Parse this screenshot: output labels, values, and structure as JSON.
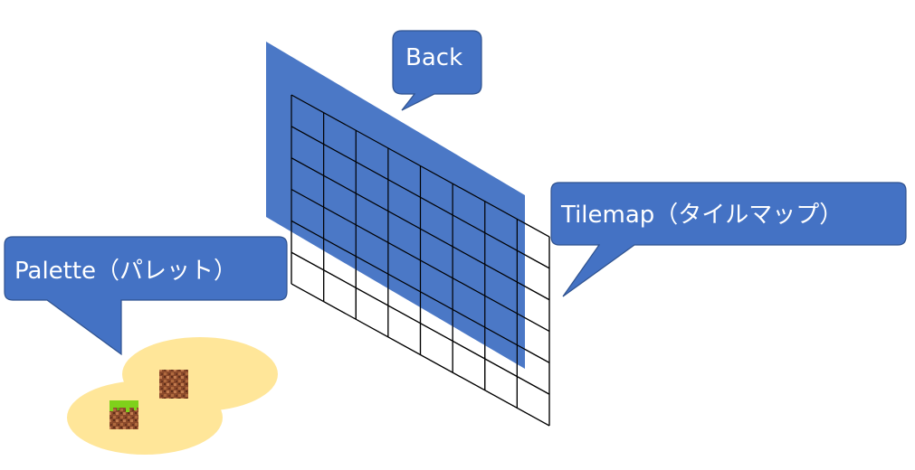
{
  "callouts": {
    "back": "Back",
    "tilemap": "Tilemap（タイルマップ）",
    "palette": "Palette（パレット）"
  },
  "colors": {
    "callout_fill": "#4472C4",
    "callout_border": "#2F528F",
    "back_plane": "#4472C4",
    "palette_blob": "#FFE699",
    "grid_line": "#000000"
  },
  "palette_tiles": [
    "dirt-tile",
    "grass-tile"
  ],
  "icons": [
    "dirt-tile-icon",
    "grass-dirt-tile-icon"
  ]
}
